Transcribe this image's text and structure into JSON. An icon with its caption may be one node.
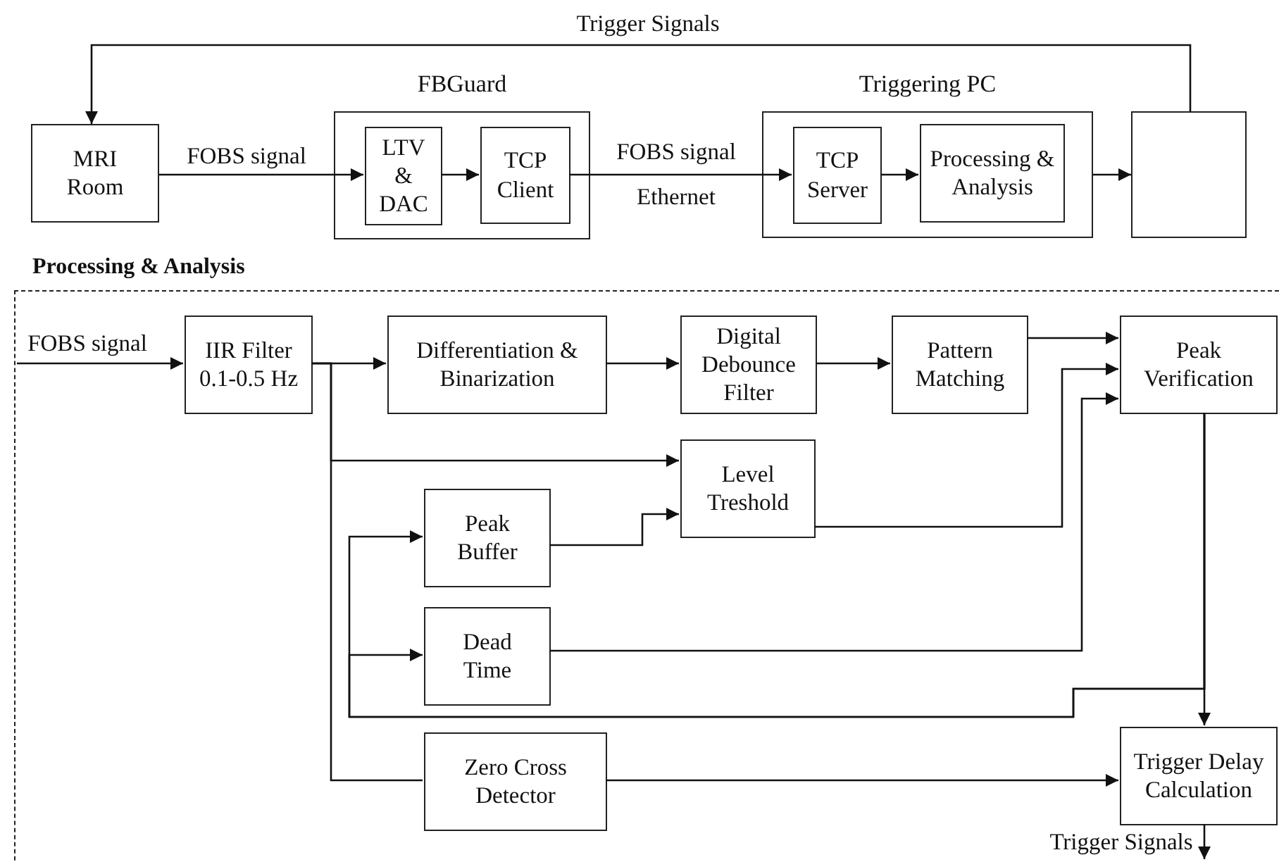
{
  "diagram": {
    "nodes": [
      {
        "text": [
          "MRI Room"
        ]
      },
      {
        "text": [
          "FBGuard"
        ]
      },
      {
        "text": [
          "LTV & DAC"
        ],
        "in": 1
      },
      {
        "text": [
          "TCP Client"
        ],
        "in": 1
      },
      {
        "text": [
          "Triggering PC"
        ]
      },
      {
        "text": [
          "TCP Server"
        ],
        "in": 4
      },
      {
        "text": [
          "Processing & Analysis"
        ],
        "in": 4
      },
      {
        "text": [],
        "shape": "box"
      },
      {
        "text": [
          "Processing & Analysis"
        ]
      },
      {
        "text": [
          "IIR Filter 0.1-0.5 Hz"
        ],
        "in": 8
      },
      {
        "text": [
          "Differentiation & Binarization"
        ],
        "in": 8
      },
      {
        "text": [
          "Digital Debounce Filter"
        ],
        "in": 8
      },
      {
        "text": [
          "Pattern Matching"
        ],
        "in": 8
      },
      {
        "text": [
          "Peak Verification"
        ],
        "in": 8
      },
      {
        "text": [
          "Level Treshold"
        ],
        "in": 8
      },
      {
        "text": [
          "Peak Buffer"
        ],
        "in": 8
      },
      {
        "text": [
          "Dead Time"
        ],
        "in": 8
      },
      {
        "text": [
          "Zero Cross Detector"
        ],
        "in": 8
      },
      {
        "text": [
          "Trigger Delay Calculation"
        ],
        "in": 8
      }
    ],
    "edges": [
      {
        "from": 7,
        "to": 0,
        "arrow": "to",
        "label": "Trigger Signals"
      },
      {
        "from": 0,
        "to": 2,
        "arrow": "to",
        "label": "FOBS signal"
      },
      {
        "from": 2,
        "to": 3,
        "arrow": "to"
      },
      {
        "from": 3,
        "to": 5,
        "arrow": "to",
        "label": "FOBS signal"
      },
      {
        "from": 5,
        "to": 6,
        "arrow": "to"
      },
      {
        "from": 4,
        "to": 7,
        "arrow": "to"
      },
      {
        "from": null,
        "to": 9,
        "arrow": "to",
        "label": "FOBS signal"
      },
      {
        "from": 9,
        "to": 10,
        "arrow": "to"
      },
      {
        "from": 9,
        "to": 14,
        "arrow": "to"
      },
      {
        "from": 9,
        "to": 17,
        "arrow": "none"
      },
      {
        "from": 10,
        "to": 11,
        "arrow": "to"
      },
      {
        "from": 11,
        "to": 12,
        "arrow": "to"
      },
      {
        "from": 12,
        "to": 13,
        "arrow": "to"
      },
      {
        "from": 14,
        "to": 13,
        "arrow": "to"
      },
      {
        "from": 16,
        "to": 13,
        "arrow": "to"
      },
      {
        "from": 15,
        "to": 14,
        "arrow": "to"
      },
      {
        "from": 13,
        "to": 18,
        "arrow": "to"
      },
      {
        "from": 13,
        "to": 15,
        "arrow": "to"
      },
      {
        "from": 13,
        "to": 16,
        "arrow": "to"
      },
      {
        "from": 17,
        "to": 18,
        "arrow": "to"
      },
      {
        "from": 18,
        "to": null,
        "arrow": "to",
        "label": "Trigger Signals"
      }
    ],
    "labels": [
      "Ethernet"
    ]
  }
}
